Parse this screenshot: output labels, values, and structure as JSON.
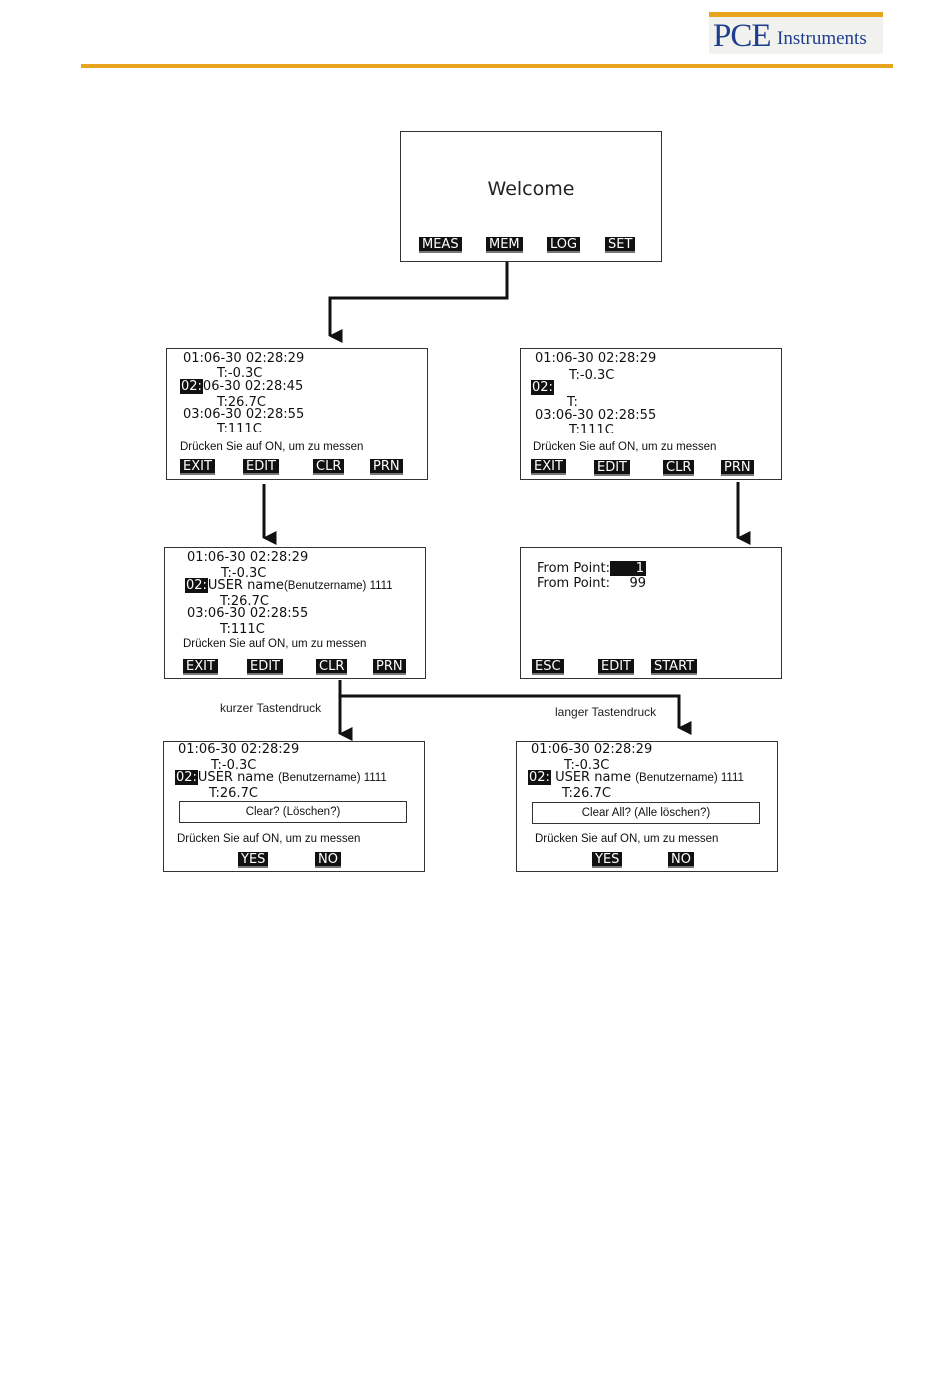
{
  "logo": {
    "brand": "PCE",
    "suffix": "Instruments"
  },
  "welcome": {
    "title": "Welcome",
    "buttons": [
      "MEAS",
      "MEM",
      "LOG",
      "SET"
    ]
  },
  "mem_left": {
    "lines": [
      "01:06-30 02:28:29",
      "T:-0.3C",
      "06-30 02:28:45",
      "T:26.7C",
      "03:06-30 02:28:55",
      "T:111C"
    ],
    "sel": "02:",
    "hint": "Drücken Sie auf ON, um zu messen",
    "buttons": [
      "EXIT",
      "EDIT",
      "CLR",
      "PRN"
    ]
  },
  "mem_right": {
    "lines": [
      "01:06-30 02:28:29",
      "T:-0.3C",
      "T:",
      "03:06-30 02:28:55",
      "T:111C"
    ],
    "sel": "02:",
    "hint": "Drücken Sie auf ON, um zu messen",
    "buttons": [
      "EXIT",
      "EDIT",
      "CLR",
      "PRN"
    ]
  },
  "edit_screen": {
    "lines": [
      "01:06-30 02:28:29",
      "T:-0.3C",
      "USER name",
      "(Benutzername) 1111",
      "T:26.7C",
      "03:06-30 02:28:55",
      "T:111C"
    ],
    "sel": "02:",
    "hint": "Drücken Sie auf ON, um zu messen",
    "buttons": [
      "EXIT",
      "EDIT",
      "CLR",
      "PRN"
    ]
  },
  "print_screen": {
    "from_label": "From Point:",
    "from_value": "1",
    "to_label": "From Point:",
    "to_value": "99",
    "buttons": [
      "ESC",
      "EDIT",
      "START"
    ]
  },
  "clear_one": {
    "lines": [
      "01:06-30 02:28:29",
      "T:-0.3C",
      "USER name",
      "(Benutzername) 1111",
      "T:26.7C"
    ],
    "sel": "02:",
    "dialog": "Clear? (Löschen?)",
    "hint": "Drücken Sie auf ON, um zu messen",
    "buttons": [
      "YES",
      "NO"
    ]
  },
  "clear_all": {
    "lines": [
      "01:06-30 02:28:29",
      "T:-0.3C",
      "USER name",
      "(Benutzername) 1111",
      "T:26.7C"
    ],
    "sel": "02:",
    "dialog": "Clear All? (Alle löschen?)",
    "hint": "Drücken Sie auf ON, um zu messen",
    "buttons": [
      "YES",
      "NO"
    ]
  },
  "labels": {
    "short_press": "kurzer Tastendruck",
    "long_press": "langer Tastendruck"
  }
}
